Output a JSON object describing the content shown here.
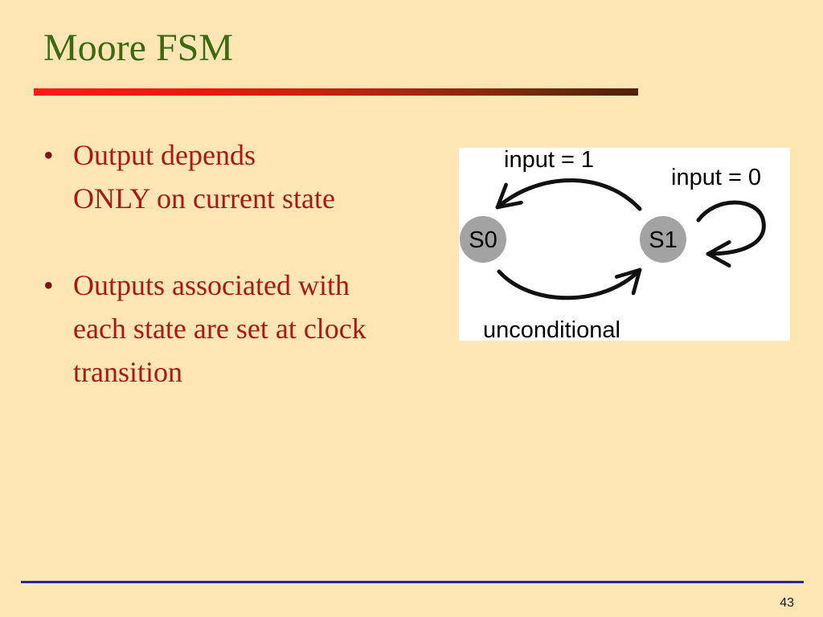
{
  "slide": {
    "title": "Moore FSM",
    "bullets": [
      {
        "marker": "•",
        "lines": [
          "Output depends",
          "ONLY on current state"
        ]
      },
      {
        "marker": "•",
        "lines": [
          "Outputs associated with",
          "each state are set at clock",
          "transition"
        ]
      }
    ],
    "page_number": "43"
  },
  "diagram": {
    "states": [
      {
        "label": "S0"
      },
      {
        "label": "S1"
      }
    ],
    "transitions": [
      {
        "from": "S1",
        "to": "S0",
        "label": "input = 1"
      },
      {
        "from": "S1",
        "to": "S1",
        "label": "input = 0"
      },
      {
        "from": "S0",
        "to": "S1",
        "label": "unconditional"
      }
    ]
  },
  "colors": {
    "background": "#fde5b4",
    "title": "#3b6a12",
    "bullet_text": "#a51a14",
    "state_fill": "#a3a3a3",
    "footer_rule": "#2525a8"
  }
}
